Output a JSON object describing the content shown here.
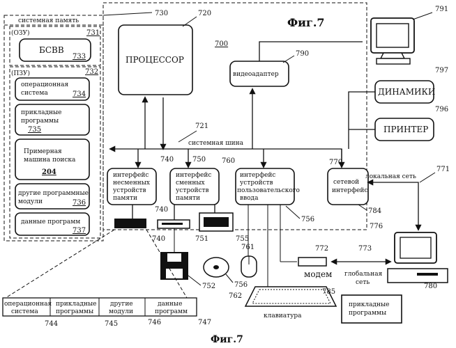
{
  "figure": {
    "title_top": "Фиг.7",
    "title_bottom": "Фиг.7",
    "system_number": "700"
  },
  "system_memory": {
    "label": "системная память",
    "number": "730",
    "ram": {
      "label": "(ОЗУ)",
      "number": "731",
      "bios_label": "БСВВ",
      "bios_number": "733"
    },
    "rom": {
      "label": "(ПЗУ)",
      "number": "732",
      "items": [
        {
          "lines": [
            "операционная",
            "система"
          ],
          "number": "734"
        },
        {
          "lines": [
            "прикладные",
            "программы"
          ],
          "number": "735"
        },
        {
          "lines": [
            "Примерная",
            "машина поиска"
          ],
          "number": "204"
        },
        {
          "lines": [
            "другие программные",
            "модули"
          ],
          "number": "736"
        },
        {
          "lines": [
            "данные программ"
          ],
          "number": "737"
        }
      ]
    }
  },
  "processor": {
    "label": "ПРОЦЕССОР",
    "number": "720"
  },
  "video_adapter": {
    "label": "видеоадаптер",
    "number": "790"
  },
  "monitor_number": "791",
  "speakers": {
    "label": "ДИНАМИКИ",
    "number": "797"
  },
  "printer": {
    "label": "ПРИНТЕР",
    "number": "796"
  },
  "system_bus": {
    "label": "системная шина",
    "number": "721"
  },
  "interfaces": [
    {
      "lines": [
        "интерфейс",
        "несменных",
        "устройств",
        "памяти"
      ],
      "number": "740"
    },
    {
      "lines": [
        "интерфейс",
        "сменных",
        "устройств",
        "памяти"
      ],
      "number": "750"
    },
    {
      "lines": [
        "интерфейс",
        "устройств",
        "пользовательского",
        "ввода"
      ],
      "number": "760"
    },
    {
      "lines": [
        "сетевой",
        "интерфейс"
      ],
      "number": "770"
    }
  ],
  "numbers": {
    "hdd_a": "740",
    "hdd_b": "740",
    "fdd": "751",
    "cdrom": "755",
    "user_iface_b": "756",
    "net_b": "784",
    "mouse": "761",
    "floppy": "752",
    "cd": "756",
    "keyboard": "762",
    "modem": "772",
    "wan": "773",
    "lan": "771",
    "remote_pc": "776",
    "remote_app": "785",
    "remote_tower": "780"
  },
  "texts": {
    "lan": "локальная сеть",
    "modem": "модем",
    "wan": [
      "глобальная",
      "сеть"
    ],
    "keyboard": "клавиатура",
    "remote_apps": [
      "прикладные",
      "программы"
    ]
  },
  "storage_strip": {
    "cells": [
      {
        "lines": [
          "операционная",
          "система"
        ],
        "number": "744"
      },
      {
        "lines": [
          "прикладные",
          "программы"
        ],
        "number": "745"
      },
      {
        "lines": [
          "другие",
          "модули"
        ],
        "number": "746"
      },
      {
        "lines": [
          "данные",
          "программ"
        ],
        "number": "747"
      }
    ]
  }
}
